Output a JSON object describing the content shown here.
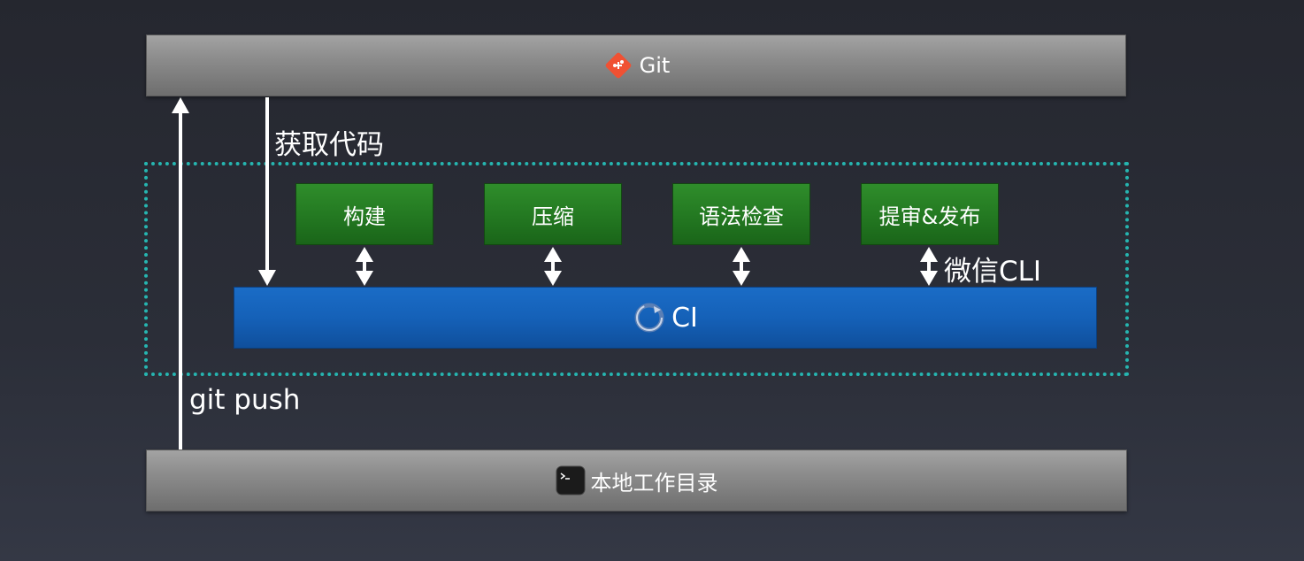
{
  "git": {
    "label": "Git",
    "icon": "git-icon"
  },
  "fetch_code": "获取代码",
  "ci_steps": [
    {
      "label": "构建"
    },
    {
      "label": "压缩"
    },
    {
      "label": "语法检查"
    },
    {
      "label": "提审&发布"
    }
  ],
  "wechat_cli": "微信CLI",
  "ci": {
    "label": "CI",
    "icon": "sync-icon"
  },
  "git_push": "git push",
  "local": {
    "label": "本地工作目录",
    "icon": "terminal-icon"
  },
  "colors": {
    "ci_blue": "#1561b8",
    "step_green": "#247a22",
    "frame_teal": "#26b5b0",
    "git_orange": "#f05133"
  }
}
